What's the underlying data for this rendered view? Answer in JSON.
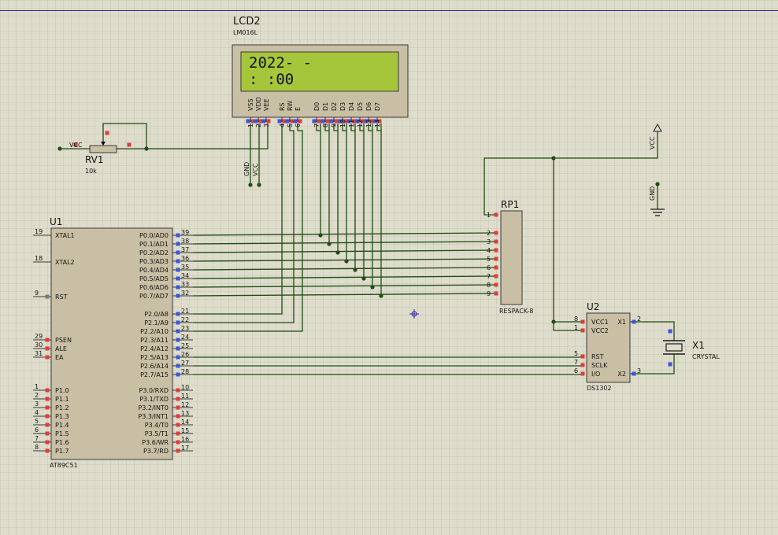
{
  "lcd": {
    "ref": "LCD2",
    "model": "LM016L",
    "line1": "2022-   -",
    "line2": "     :  :00",
    "pins": [
      {
        "name": "VSS",
        "num": "1"
      },
      {
        "name": "VDD",
        "num": "2"
      },
      {
        "name": "VEE",
        "num": "3"
      },
      {
        "name": "RS",
        "num": "4"
      },
      {
        "name": "RW",
        "num": "5"
      },
      {
        "name": "E",
        "num": "6"
      },
      {
        "name": "D0",
        "num": "7"
      },
      {
        "name": "D1",
        "num": "8"
      },
      {
        "name": "D2",
        "num": "9"
      },
      {
        "name": "D3",
        "num": "10"
      },
      {
        "name": "D4",
        "num": "11"
      },
      {
        "name": "D5",
        "num": "12"
      },
      {
        "name": "D6",
        "num": "13"
      },
      {
        "name": "D7",
        "num": "14"
      }
    ]
  },
  "rv1": {
    "ref": "RV1",
    "value": "10k",
    "vcc": "VCC"
  },
  "power": {
    "gnd": "GND",
    "vcc": "VCC"
  },
  "u1": {
    "ref": "U1",
    "model": "AT89C51",
    "left": [
      {
        "num": "19",
        "name": "XTAL1"
      },
      {
        "num": "18",
        "name": "XTAL2"
      },
      {
        "num": "9",
        "name": "RST"
      },
      {
        "num": "29",
        "name": "PSEN"
      },
      {
        "num": "30",
        "name": "ALE"
      },
      {
        "num": "31",
        "name": "EA"
      },
      {
        "num": "1",
        "name": "P1.0"
      },
      {
        "num": "2",
        "name": "P1.1"
      },
      {
        "num": "3",
        "name": "P1.2"
      },
      {
        "num": "4",
        "name": "P1.3"
      },
      {
        "num": "5",
        "name": "P1.4"
      },
      {
        "num": "6",
        "name": "P1.5"
      },
      {
        "num": "7",
        "name": "P1.6"
      },
      {
        "num": "8",
        "name": "P1.7"
      }
    ],
    "right": [
      {
        "num": "39",
        "name": "P0.0/AD0"
      },
      {
        "num": "38",
        "name": "P0.1/AD1"
      },
      {
        "num": "37",
        "name": "P0.2/AD2"
      },
      {
        "num": "36",
        "name": "P0.3/AD3"
      },
      {
        "num": "35",
        "name": "P0.4/AD4"
      },
      {
        "num": "34",
        "name": "P0.5/AD5"
      },
      {
        "num": "33",
        "name": "P0.6/AD6"
      },
      {
        "num": "32",
        "name": "P0.7/AD7"
      },
      {
        "num": "21",
        "name": "P2.0/A8"
      },
      {
        "num": "22",
        "name": "P2.1/A9"
      },
      {
        "num": "23",
        "name": "P2.2/A10"
      },
      {
        "num": "24",
        "name": "P2.3/A11"
      },
      {
        "num": "25",
        "name": "P2.4/A12"
      },
      {
        "num": "26",
        "name": "P2.5/A13"
      },
      {
        "num": "27",
        "name": "P2.6/A14"
      },
      {
        "num": "28",
        "name": "P2.7/A15"
      },
      {
        "num": "10",
        "name": "P3.0/RXD"
      },
      {
        "num": "11",
        "name": "P3.1/TXD"
      },
      {
        "num": "12",
        "name": "P3.2/INT0"
      },
      {
        "num": "13",
        "name": "P3.3/INT1"
      },
      {
        "num": "14",
        "name": "P3.4/T0"
      },
      {
        "num": "15",
        "name": "P3.5/T1"
      },
      {
        "num": "16",
        "name": "P3.6/WR"
      },
      {
        "num": "17",
        "name": "P3.7/RD"
      }
    ]
  },
  "rp1": {
    "ref": "RP1",
    "model": "RESPACK-8",
    "pins": [
      "1",
      "2",
      "3",
      "4",
      "5",
      "6",
      "7",
      "8",
      "9"
    ]
  },
  "u2": {
    "ref": "U2",
    "model": "DS1302",
    "left": [
      {
        "num": "8",
        "name": "VCC1"
      },
      {
        "num": "1",
        "name": "VCC2"
      },
      {
        "num": "5",
        "name": "RST"
      },
      {
        "num": "7",
        "name": "SCLK"
      },
      {
        "num": "6",
        "name": "I/O"
      }
    ],
    "right": [
      {
        "num": "2",
        "name": "X1"
      },
      {
        "num": "3",
        "name": "X2"
      }
    ]
  },
  "x1": {
    "ref": "X1",
    "value": "CRYSTAL"
  },
  "colors": {
    "background": "#dedcca",
    "grid": "#c6c4b4",
    "wire": "#1f4d14",
    "component_body": "#c9bfa4",
    "lcd_screen": "#a5c63a",
    "pin_red": "#e03c3c",
    "pin_blue": "#3a55dd"
  }
}
